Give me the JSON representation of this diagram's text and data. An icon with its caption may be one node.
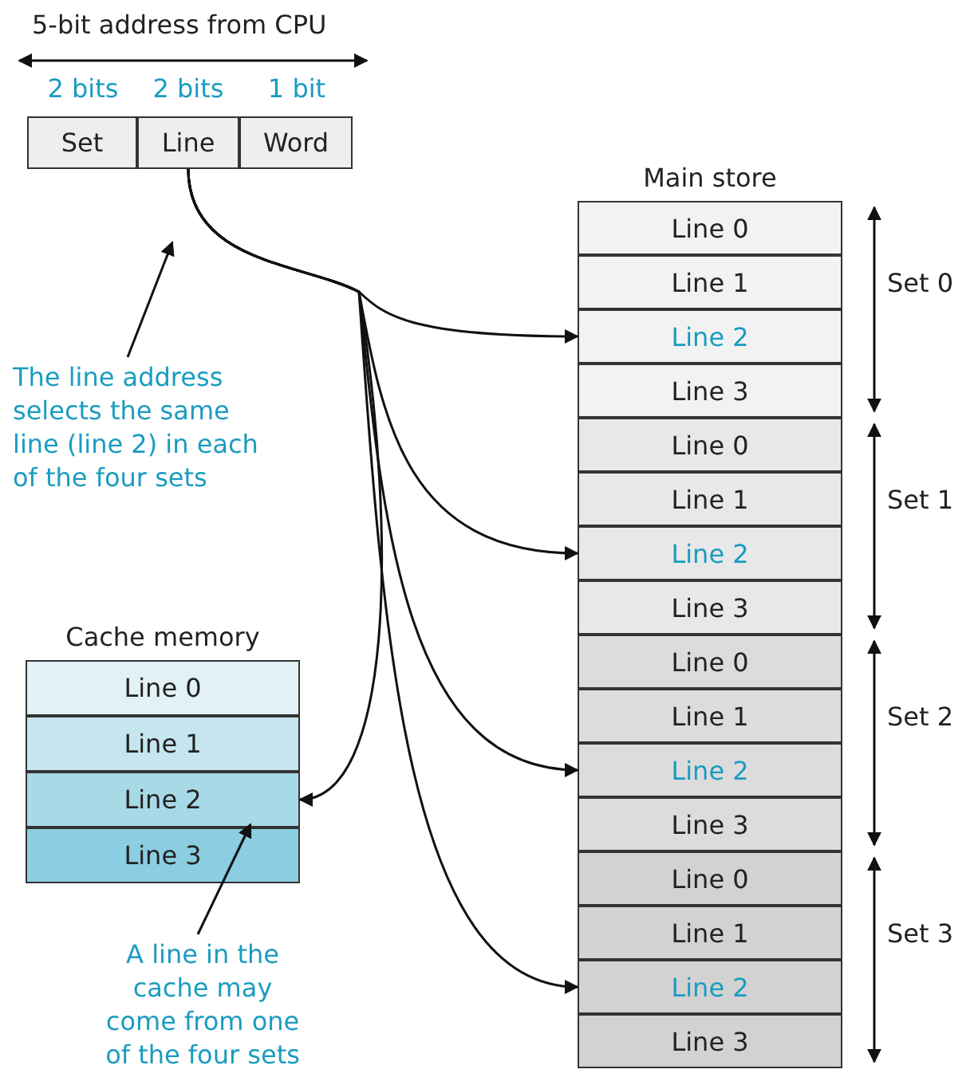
{
  "diagram": {
    "nodes": [
      {
        "text": [
          "Set"
        ]
      },
      {
        "text": [
          "Line"
        ]
      },
      {
        "text": [
          "Word"
        ]
      },
      {
        "text": [
          "Main store"
        ]
      },
      {
        "text": [
          "Line 0"
        ],
        "in": 3
      },
      {
        "text": [
          "Line 1"
        ],
        "in": 3
      },
      {
        "text": [
          "Line 2"
        ],
        "in": 3
      },
      {
        "text": [
          "Line 3"
        ],
        "in": 3
      },
      {
        "text": [
          "Line 0"
        ],
        "in": 3
      },
      {
        "text": [
          "Line 1"
        ],
        "in": 3
      },
      {
        "text": [
          "Line 2"
        ],
        "in": 3
      },
      {
        "text": [
          "Line 3"
        ],
        "in": 3
      },
      {
        "text": [
          "Line 0"
        ],
        "in": 3
      },
      {
        "text": [
          "Line 1"
        ],
        "in": 3
      },
      {
        "text": [
          "Line 2"
        ],
        "in": 3
      },
      {
        "text": [
          "Line 3"
        ],
        "in": 3
      },
      {
        "text": [
          "Line 0"
        ],
        "in": 3
      },
      {
        "text": [
          "Line 1"
        ],
        "in": 3
      },
      {
        "text": [
          "Line 2"
        ],
        "in": 3
      },
      {
        "text": [
          "Line 3"
        ],
        "in": 3
      },
      {
        "text": [
          "Cache memory"
        ]
      },
      {
        "text": [
          "Line 0"
        ],
        "in": 20
      },
      {
        "text": [
          "Line 1"
        ],
        "in": 20
      },
      {
        "text": [
          "Line 2"
        ],
        "in": 20
      },
      {
        "text": [
          "Line 3"
        ],
        "in": 20
      },
      {
        "text": [
          "The line address selects the same line (line 2) in each of the four sets"
        ]
      },
      {
        "text": [
          "A line in the cache may come from one of the four sets"
        ]
      }
    ],
    "edges": [
      {
        "from": 1,
        "to": 6,
        "arrow": "to"
      },
      {
        "from": 1,
        "to": 10,
        "arrow": "to"
      },
      {
        "from": 1,
        "to": 14,
        "arrow": "to"
      },
      {
        "from": 1,
        "to": 18,
        "arrow": "to"
      },
      {
        "from": 1,
        "to": 23,
        "arrow": "to"
      },
      {
        "from": 25,
        "to": null,
        "arrow": "to"
      },
      {
        "from": 26,
        "to": 23,
        "arrow": "to"
      }
    ],
    "labels": [
      "5-bit address from CPU",
      "2 bits",
      "2 bits",
      "1 bit",
      "Set 0",
      "Set 1",
      "Set 2",
      "Set 3"
    ]
  }
}
